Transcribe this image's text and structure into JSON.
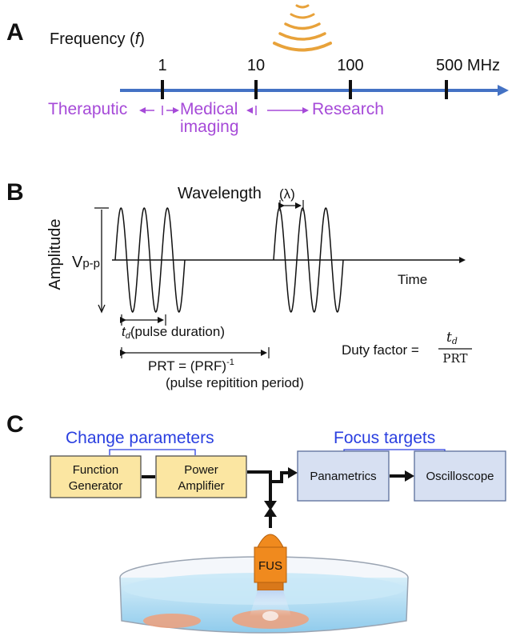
{
  "panel_a": {
    "letter": "A",
    "axis_label": "Frequency (",
    "axis_symbol": "f",
    "axis_label_end": ")",
    "ticks": [
      "1",
      "10",
      "100",
      "500 MHz"
    ],
    "ranges": [
      "Theraputic",
      "Medical",
      "imaging",
      "Research"
    ],
    "colors": {
      "axis": "#4472c4",
      "range": "#a64ad8",
      "waves": "#e8a23a"
    }
  },
  "panel_b": {
    "letter": "B",
    "wavelength_label": "Wavelength",
    "lambda": "(λ)",
    "amplitude_label": "Amplitude",
    "vpp_v": "V",
    "vpp_sub": "p-p",
    "time_label": "Time",
    "td_symbol": "t",
    "td_sub": "d",
    "td_label": "(pulse duration)",
    "prt_label": "PRT = (PRF)",
    "prt_sup": "-1",
    "prt_desc": "(pulse repitition period)",
    "duty_label": "Duty factor =",
    "duty_num_symbol": "t",
    "duty_num_sub": "d",
    "duty_den": "PRT"
  },
  "panel_c": {
    "letter": "C",
    "change_params": "Change parameters",
    "focus_targets": "Focus targets",
    "function_generator": [
      "Function",
      "Generator"
    ],
    "power_amplifier": [
      "Power",
      "Amplifier"
    ],
    "panametrics": "Panametrics",
    "oscilloscope": "Oscilloscope",
    "fus": "FUS",
    "colors": {
      "yellow_box": "#fbe6a2",
      "blue_box": "#d7e0f2",
      "bracket": "#2a3fe0",
      "transducer": "#f08a1e",
      "water": "#bfe4f5"
    }
  }
}
